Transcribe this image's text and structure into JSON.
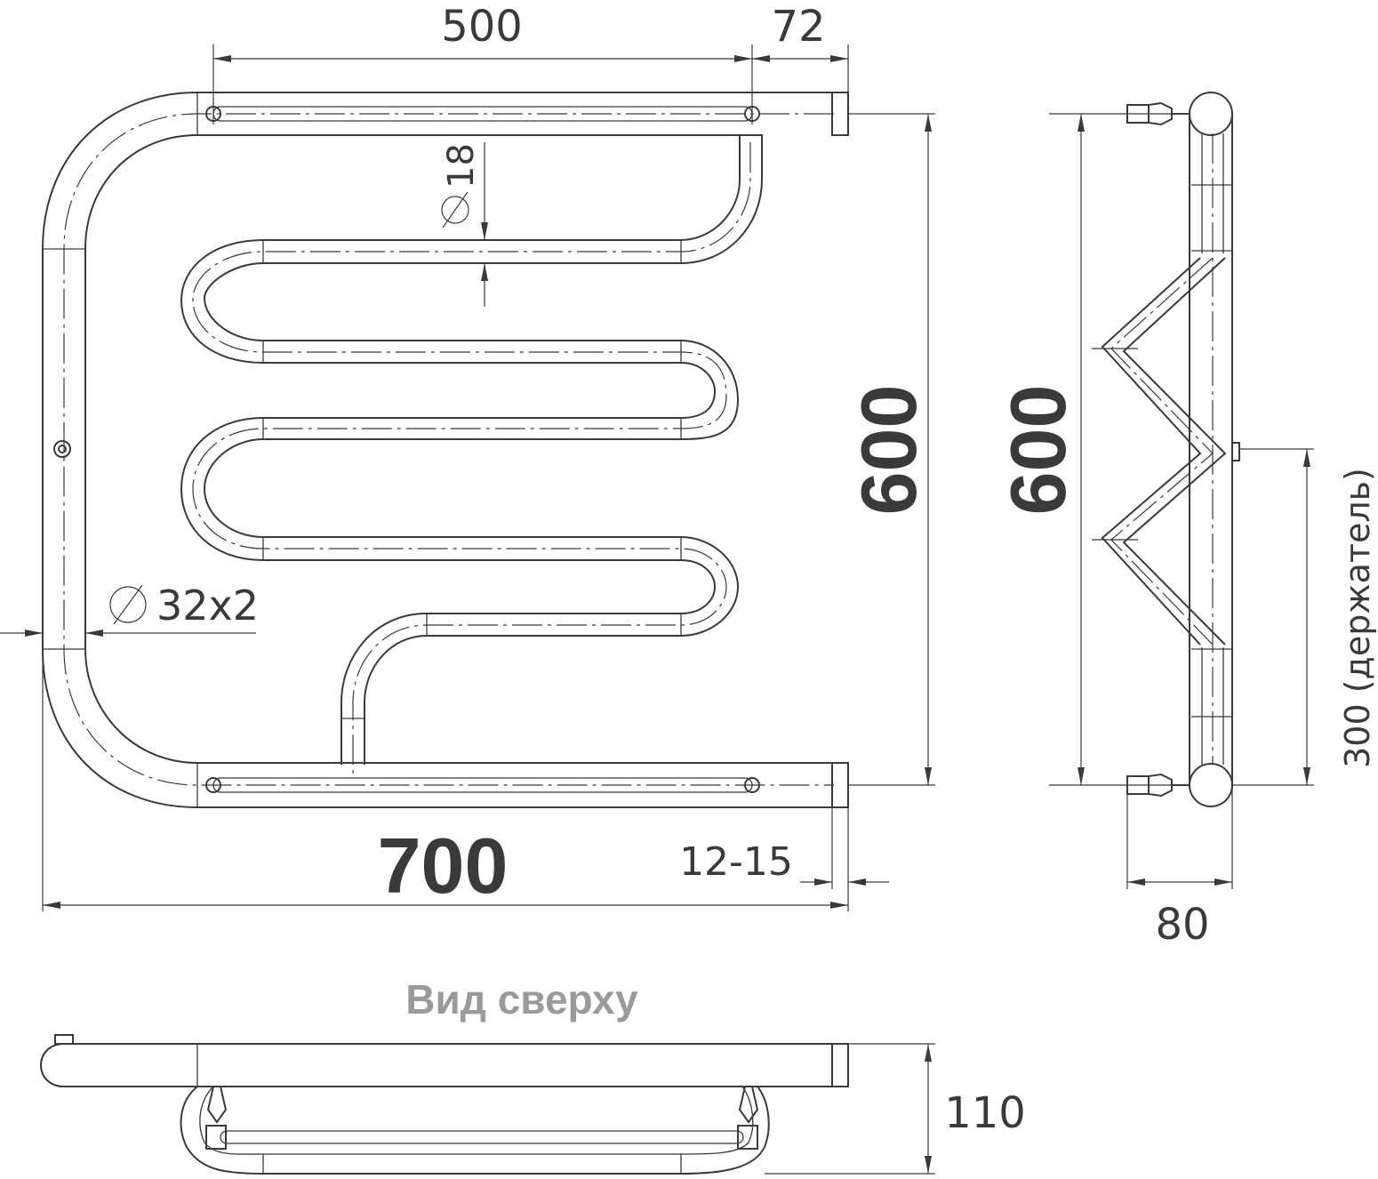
{
  "dimensions": {
    "width_top": "500",
    "offset_top": "72",
    "pipe_small": "18",
    "pipe_main": "32x2",
    "height_front": "600",
    "height_side": "600",
    "width_total": "700",
    "wall_gap": "12-15",
    "holder_spacing": "300 (держатель)",
    "depth_side": "80",
    "depth_top": "110"
  },
  "labels": {
    "top_view": "Вид сверху"
  },
  "colors": {
    "line": "#3a3a3a",
    "caption": "#9a9a9a"
  }
}
